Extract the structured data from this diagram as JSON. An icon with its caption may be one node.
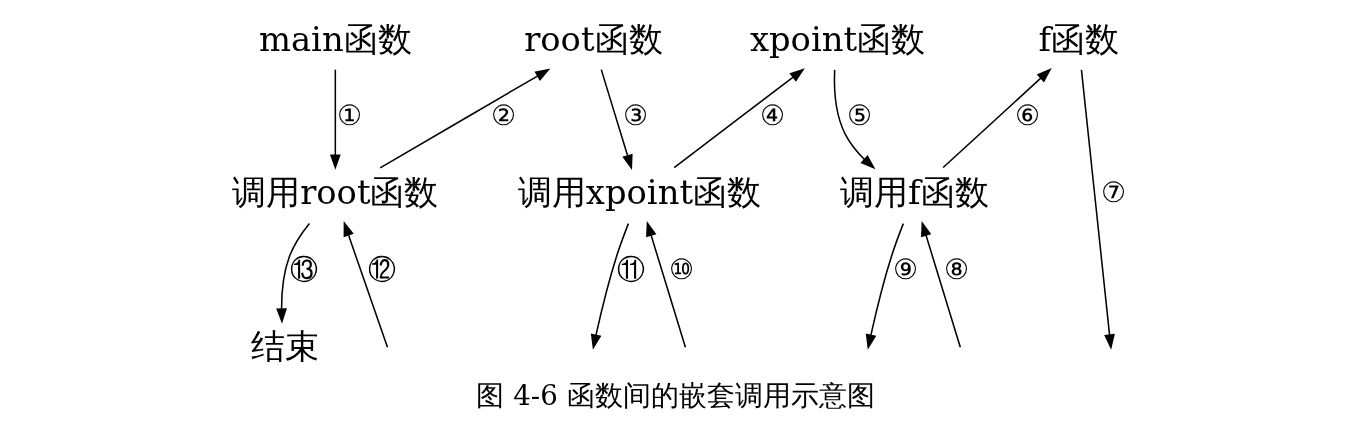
{
  "diagram": {
    "caption": "图 4-6 函数间的嵌套调用示意图",
    "nodes": [
      {
        "text": [
          "main函数"
        ]
      },
      {
        "text": [
          "调用root函数"
        ]
      },
      {
        "text": [
          "结束"
        ]
      },
      {
        "text": [
          "root函数"
        ]
      },
      {
        "text": [
          "调用xpoint函数"
        ]
      },
      {
        "text": [
          "xpoint函数"
        ]
      },
      {
        "text": [
          "调用f函数"
        ]
      },
      {
        "text": [
          "f函数"
        ]
      }
    ],
    "edges": [
      {
        "from": 0,
        "to": 1,
        "arrow": "to",
        "label": "①"
      },
      {
        "from": 1,
        "to": 3,
        "arrow": "to",
        "label": "②"
      },
      {
        "from": 3,
        "to": 4,
        "arrow": "to",
        "label": "③"
      },
      {
        "from": 4,
        "to": 5,
        "arrow": "to",
        "label": "④"
      },
      {
        "from": 5,
        "to": 6,
        "arrow": "to",
        "label": "⑤"
      },
      {
        "from": 6,
        "to": 7,
        "arrow": "to",
        "label": "⑥"
      },
      {
        "from": 7,
        "to": null,
        "arrow": "to",
        "label": "⑦"
      },
      {
        "from": null,
        "to": 6,
        "arrow": "to",
        "label": "⑧"
      },
      {
        "from": 6,
        "to": null,
        "arrow": "to",
        "label": "⑨"
      },
      {
        "from": null,
        "to": 4,
        "arrow": "to",
        "label": "⑩"
      },
      {
        "from": 4,
        "to": null,
        "arrow": "to",
        "label": "⑪"
      },
      {
        "from": null,
        "to": 1,
        "arrow": "to",
        "label": "⑫"
      },
      {
        "from": 1,
        "to": 2,
        "arrow": "to",
        "label": "⑬"
      }
    ]
  }
}
